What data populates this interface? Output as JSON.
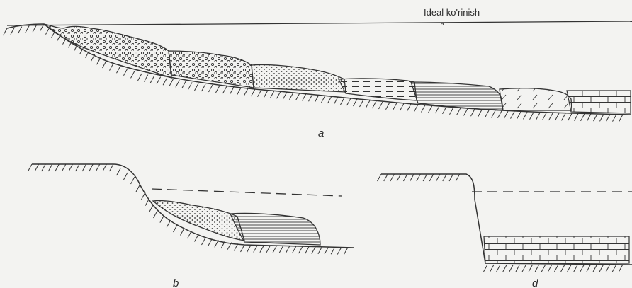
{
  "diagram": {
    "title": "Ideal ko'rinish",
    "title_sub": "a",
    "panels": [
      {
        "id": "a",
        "label": "a"
      },
      {
        "id": "b",
        "label": "b"
      },
      {
        "id": "d",
        "label": "d"
      }
    ]
  }
}
